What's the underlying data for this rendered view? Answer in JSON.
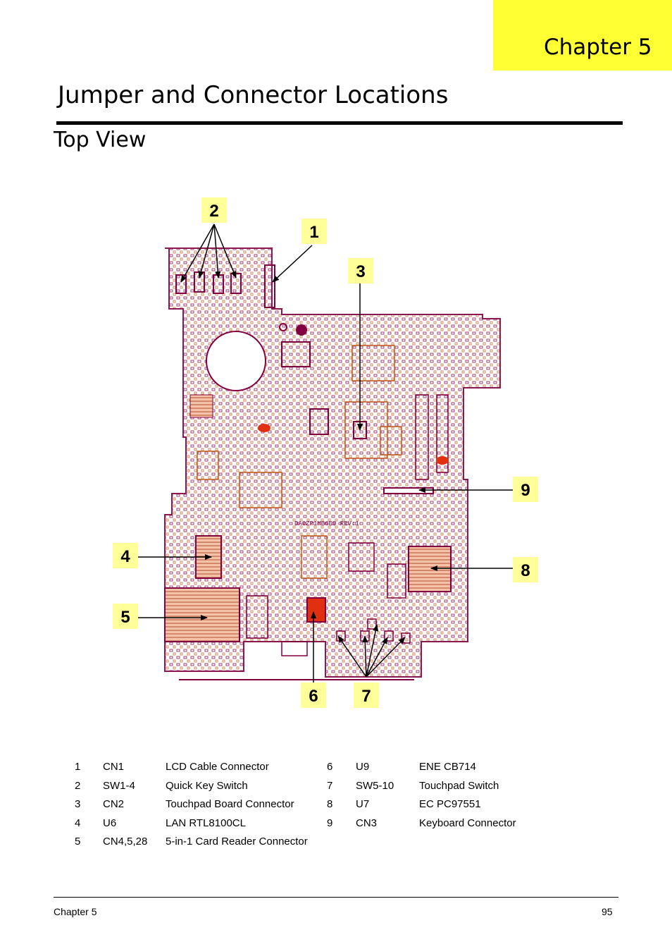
{
  "chapter_tab": "Chapter 5",
  "page_title": "Jumper and Connector Locations",
  "section_title": "Top View",
  "board": {
    "silkscreen": "DA0ZP1MB6E0 REV:1"
  },
  "callouts": [
    "1",
    "2",
    "3",
    "4",
    "5",
    "6",
    "7",
    "8",
    "9"
  ],
  "legend_left": [
    {
      "num": "1",
      "ref": "CN1",
      "desc": "LCD Cable Connector"
    },
    {
      "num": "2",
      "ref": "SW1-4",
      "desc": "Quick Key Switch"
    },
    {
      "num": "3",
      "ref": "CN2",
      "desc": "Touchpad Board Connector"
    },
    {
      "num": "4",
      "ref": "U6",
      "desc": "LAN RTL8100CL"
    },
    {
      "num": "5",
      "ref": "CN4,5,28",
      "desc": "5-in-1 Card Reader Connector"
    }
  ],
  "legend_right": [
    {
      "num": "6",
      "ref": "U9",
      "desc": "ENE CB714"
    },
    {
      "num": "7",
      "ref": "SW5-10",
      "desc": "Touchpad Switch"
    },
    {
      "num": "8",
      "ref": "U7",
      "desc": "EC PC97551"
    },
    {
      "num": "9",
      "ref": "CN3",
      "desc": "Keyboard Connector"
    }
  ],
  "footer": {
    "left": "Chapter 5",
    "page_number": "95"
  },
  "colors": {
    "tab_yellow": "#ffff33",
    "callout_fill": "#ffff99",
    "board_outline": "#800040",
    "board_trace": "#c06020",
    "chip_fill": "#f4b898",
    "highlight_red": "#e03010"
  }
}
